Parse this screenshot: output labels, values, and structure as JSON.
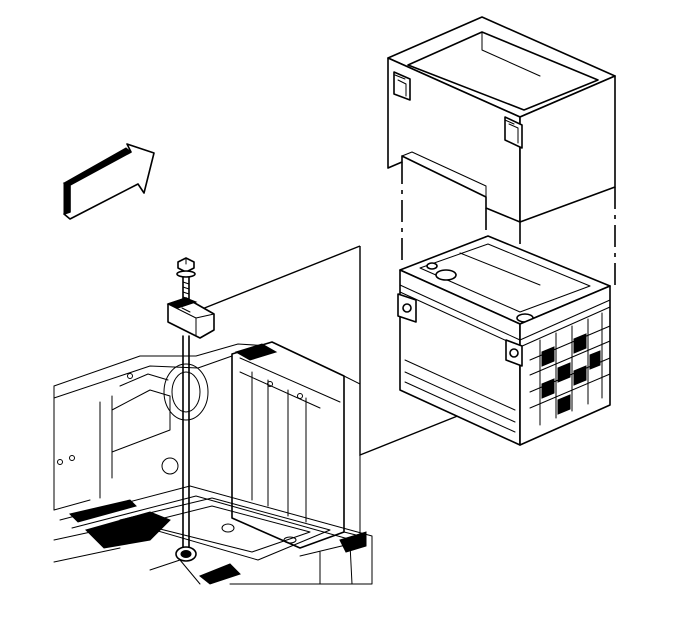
{
  "diagram": {
    "parts": [
      "direction-arrow",
      "battery-insulator-sleeve",
      "battery",
      "hold-down-bolt",
      "hold-down-retainer",
      "battery-tray",
      "vehicle-body-structure"
    ],
    "colors": {
      "line": "#000000",
      "background": "#ffffff"
    }
  }
}
